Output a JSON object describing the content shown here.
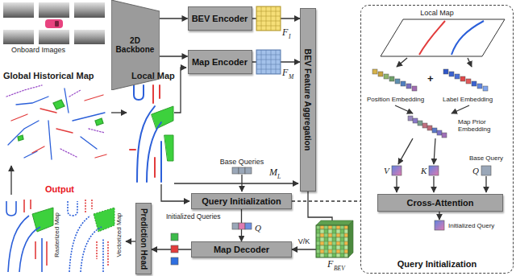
{
  "diagram": {
    "nodes": [
      {
        "text": [
          "2D Backbone"
        ]
      },
      {
        "text": [
          "BEV Encoder"
        ]
      },
      {
        "text": [
          "Map Encoder"
        ]
      },
      {
        "text": [
          "BEV Feature Aggregation"
        ]
      },
      {
        "text": [
          "Query Initialization"
        ]
      },
      {
        "text": [
          "Map Decoder"
        ]
      },
      {
        "text": [
          "Prediction Head"
        ]
      },
      {
        "text": [
          "Query Initialization"
        ]
      },
      {
        "text": [
          "Cross-Attention"
        ],
        "in": 7
      }
    ],
    "edges": [
      {
        "from": 0,
        "to": 1,
        "arrow": "to"
      },
      {
        "from": 0,
        "to": 2,
        "arrow": "to"
      },
      {
        "from": 1,
        "to": 3,
        "arrow": "to"
      },
      {
        "from": 2,
        "to": 3,
        "arrow": "to"
      },
      {
        "from": 4,
        "to": 5,
        "arrow": "to"
      },
      {
        "from": 3,
        "to": 5,
        "arrow": "to",
        "label": "V/K"
      },
      {
        "from": 5,
        "to": 6,
        "arrow": "to"
      },
      {
        "from": 4,
        "to": 7,
        "arrow": "none"
      }
    ],
    "labels": [
      "Onboard Images",
      "F",
      "I",
      "F",
      "M",
      "Global Historical Map",
      "Local Map",
      "M",
      "L",
      "Base Queries",
      "Initialized Queries",
      "Q",
      "F",
      "BEV",
      "Output",
      "Rasterized Map",
      "Vectorized Map",
      "Local Map",
      "Position Embedding",
      "+",
      "Label Embedding",
      "Map Prior Embedding",
      "V",
      "K",
      "Base Query",
      "Q",
      "Initialized Query"
    ]
  }
}
